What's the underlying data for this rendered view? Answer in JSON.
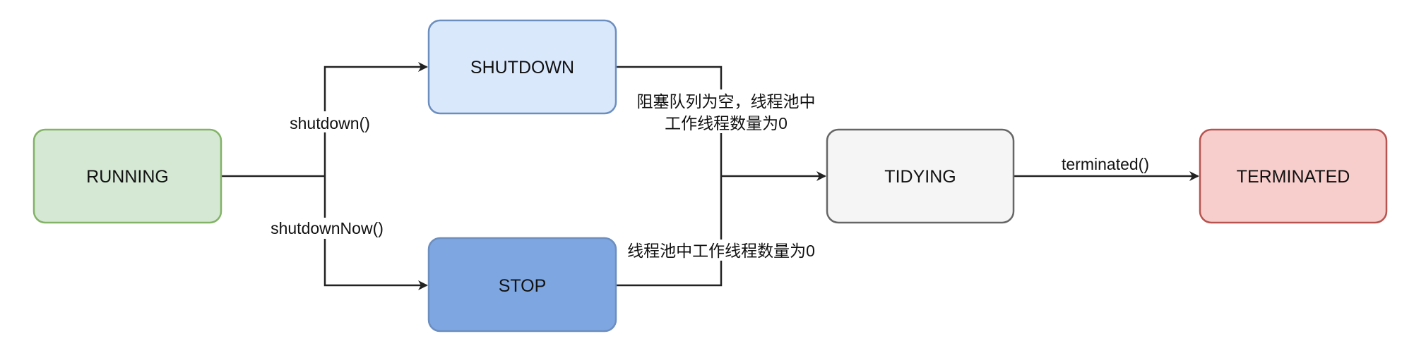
{
  "colors": {
    "running_fill": "#d5e8d4",
    "running_stroke": "#82b366",
    "shutdown_fill": "#dae8fc",
    "shutdown_stroke": "#6c8ebf",
    "stop_fill": "#7ea6e0",
    "stop_stroke": "#6c8ebf",
    "tidying_fill": "#f5f5f5",
    "tidying_stroke": "#666666",
    "terminated_fill": "#f8cecc",
    "terminated_stroke": "#b85450",
    "edge": "#222222"
  },
  "nodes": {
    "running": "RUNNING",
    "shutdown": "SHUTDOWN",
    "stop": "STOP",
    "tidying": "TIDYING",
    "terminated": "TERMINATED"
  },
  "edges": {
    "shutdown_call": "shutdown()",
    "shutdown_now_call": "shutdownNow()",
    "shutdown_to_tidying_line1": "阻塞队列为空，线程池中",
    "shutdown_to_tidying_line2": "工作线程数量为0",
    "stop_to_tidying": "线程池中工作线程数量为0",
    "terminated_call": "terminated()"
  }
}
